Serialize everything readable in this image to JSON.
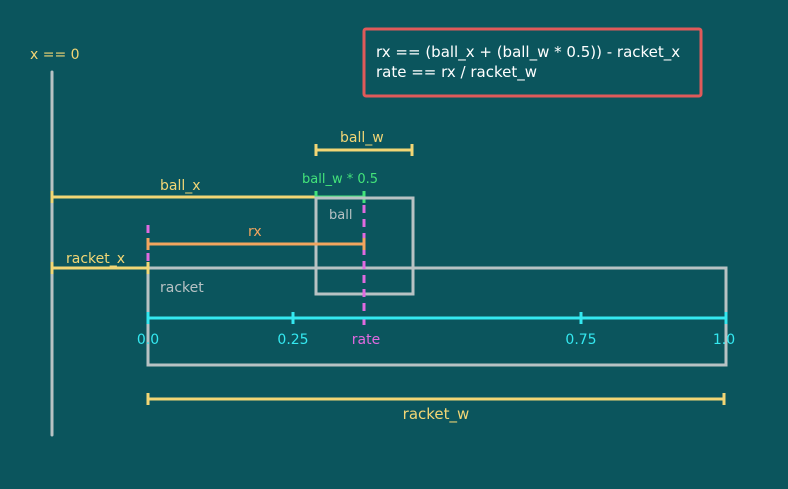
{
  "colors": {
    "background": "#0b555d",
    "yellow": "#f2d675",
    "green": "#43e37a",
    "orange": "#f2a55e",
    "magenta": "#e06ae0",
    "cyan": "#34e8f0",
    "gray": "#b8c2c4",
    "red": "#e05a5a",
    "white": "#ffffff"
  },
  "formula_box": {
    "line1": "rx == (ball_x + (ball_w * 0.5)) - racket_x",
    "line2": "rate == rx / racket_w"
  },
  "labels": {
    "origin": "x == 0",
    "ball_w": "ball_w",
    "ball_x": "ball_x",
    "ball_w_half": "ball_w * 0.5",
    "ball": "ball",
    "rx": "rx",
    "racket_x": "racket_x",
    "racket": "racket",
    "racket_w": "racket_w",
    "rate": "rate"
  },
  "scale_ticks": [
    "0.0",
    "0.25",
    "0.75",
    "1.0"
  ]
}
